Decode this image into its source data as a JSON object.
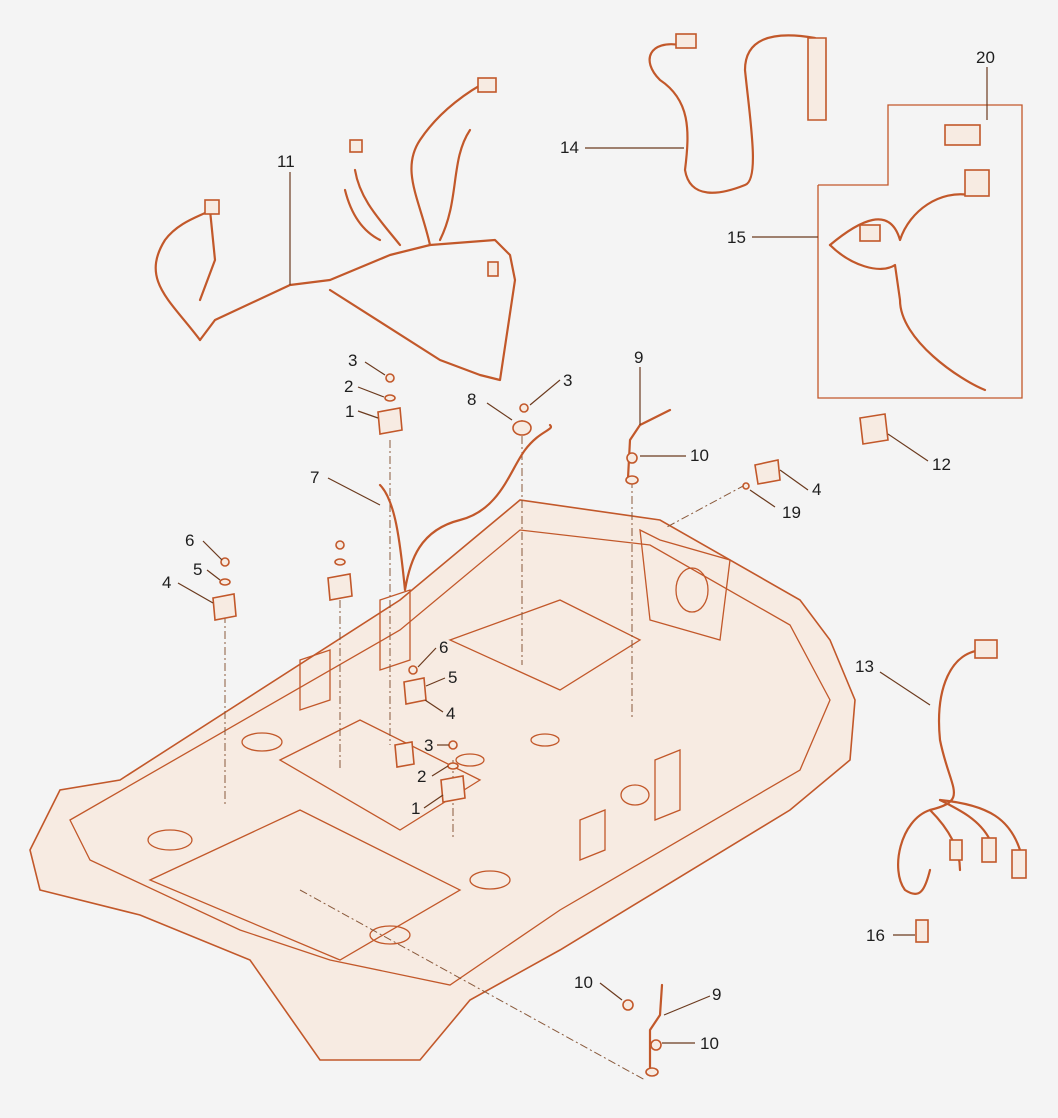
{
  "colors": {
    "background": "#f4f4f4",
    "part_line": "#c2582a",
    "callout_text": "#1e1e1e",
    "leader_line": "#6b3a1e"
  },
  "callouts": {
    "c1a": "1",
    "c1b": "1",
    "c2a": "2",
    "c2b": "2",
    "c3a": "3",
    "c3b": "3",
    "c3c": "3",
    "c4a": "4",
    "c4b": "4",
    "c4c": "4",
    "c5a": "5",
    "c5b": "5",
    "c6a": "6",
    "c6b": "6",
    "c7": "7",
    "c8": "8",
    "c9a": "9",
    "c9b": "9",
    "c10a": "10",
    "c10b": "10",
    "c10c": "10",
    "c11": "11",
    "c12": "12",
    "c13": "13",
    "c14": "14",
    "c15": "15",
    "c16": "16",
    "c19": "19",
    "c20": "20"
  }
}
